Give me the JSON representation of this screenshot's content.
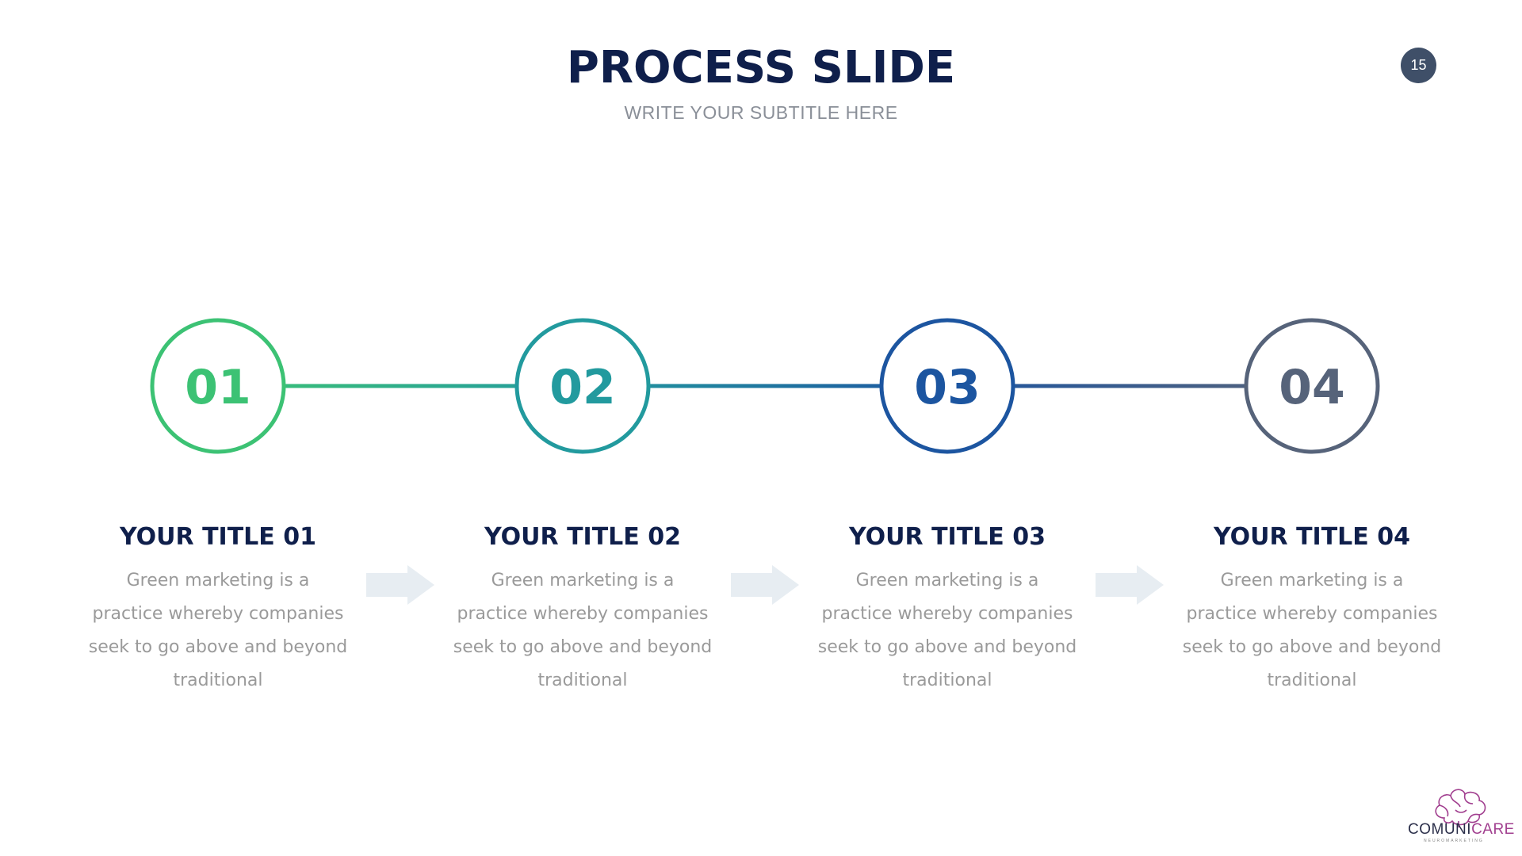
{
  "slide": {
    "title": "PROCESS SLIDE",
    "subtitle": "WRITE YOUR SUBTITLE HERE",
    "page_number": "15"
  },
  "steps": [
    {
      "number": "01",
      "title": "YOUR TITLE 01",
      "desc_lines": [
        "Green marketing is a",
        "practice whereby companies",
        "seek to go above and beyond",
        "traditional"
      ],
      "color": "#3cc274"
    },
    {
      "number": "02",
      "title": "YOUR TITLE 02",
      "desc_lines": [
        "Green marketing is a",
        "practice whereby companies",
        "seek to go above and beyond",
        "traditional"
      ],
      "color": "#229a9e"
    },
    {
      "number": "03",
      "title": "YOUR TITLE 03",
      "desc_lines": [
        "Green marketing is a",
        "practice whereby companies",
        "seek to go above and beyond",
        "traditional"
      ],
      "color": "#1c55a0"
    },
    {
      "number": "04",
      "title": "YOUR TITLE 04",
      "desc_lines": [
        "Green marketing is a",
        "practice whereby companies",
        "seek to go above and beyond",
        "traditional"
      ],
      "color": "#56637a"
    }
  ],
  "colors": {
    "title": "#0f1f4b",
    "subtitle": "#8a8f98",
    "description": "#9a9a9a",
    "arrow": "#e7edf2",
    "badge": "#3f4f68"
  },
  "logo": {
    "name_part1": "COMUNI",
    "name_part2": "CARE",
    "tagline": "NEUROMARKETING",
    "icon": "brain-icon"
  }
}
